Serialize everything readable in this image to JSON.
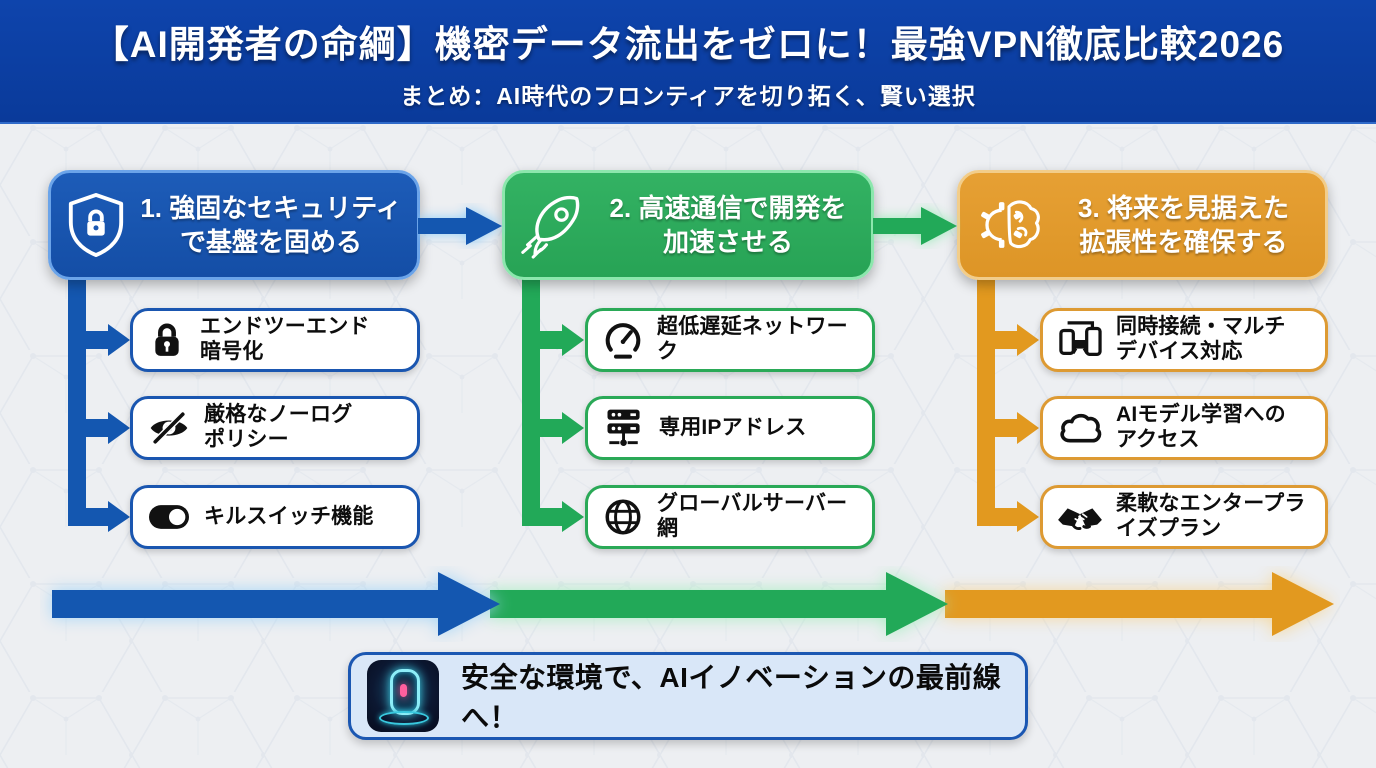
{
  "header": {
    "title": "【AI開発者の命綱】機密データ流出をゼロに！最強VPN徹底比較2026",
    "subtitle": "まとめ：AI時代のフロンティアを切り拓く、賢い選択"
  },
  "columns": [
    {
      "title": "1. 強固なセキュリティ\nで基盤を固める",
      "icon": "shield-lock-icon",
      "color": "#1a57b2",
      "items": [
        {
          "icon": "lock-icon",
          "label": "エンドツーエンド\n暗号化"
        },
        {
          "icon": "eye-off-icon",
          "label": "厳格なノーログ\nポリシー"
        },
        {
          "icon": "toggle-switch-icon",
          "label": "キルスイッチ機能"
        }
      ]
    },
    {
      "title": "2. 高速通信で開発を\n加速させる",
      "icon": "rocket-icon",
      "color": "#2bab5b",
      "items": [
        {
          "icon": "speedometer-icon",
          "label": "超低遅延ネットワーク"
        },
        {
          "icon": "server-icon",
          "label": "専用IPアドレス"
        },
        {
          "icon": "globe-icon",
          "label": "グローバルサーバー\n網"
        }
      ]
    },
    {
      "title": "3. 将来を見据えた\n拡張性を確保する",
      "icon": "gear-brain-icon",
      "color": "#e0992c",
      "items": [
        {
          "icon": "multi-device-icon",
          "label": "同時接続・マルチ\nデバイス対応"
        },
        {
          "icon": "cloud-icon",
          "label": "AIモデル学習への\nアクセス"
        },
        {
          "icon": "handshake-icon",
          "label": "柔軟なエンタープラ\nイズプラン"
        }
      ]
    }
  ],
  "flow_arrow_colors": [
    "#1457b0",
    "#22a958",
    "#e2991f"
  ],
  "footer": {
    "message": "安全な環境で、AIイノベーションの最前線へ！",
    "image": "ai-secure-vault-thumbnail"
  },
  "colors": {
    "header_band": "#0c3da1",
    "background": "#edeff2",
    "blue": "#1a57b2",
    "green": "#2bab5b",
    "orange": "#e0992c"
  }
}
